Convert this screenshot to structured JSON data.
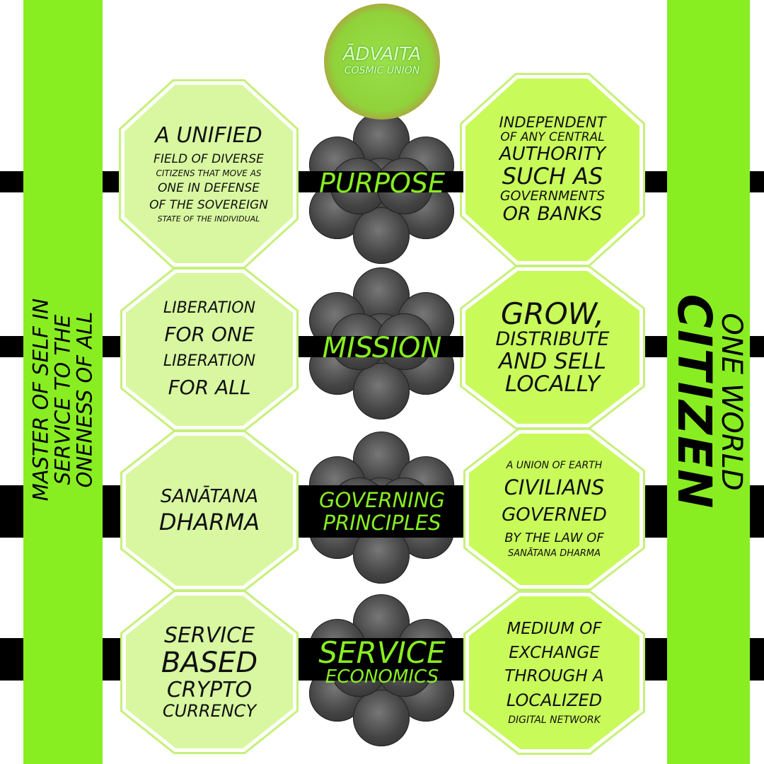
{
  "logo": {
    "name": "ĀDVAITA",
    "subtitle": "COSMIC UNION"
  },
  "left_banner": {
    "lines": [
      "MASTER OF SELF IN",
      "SERVICE TO THE",
      "ONENESS OF ALL"
    ]
  },
  "right_banner": {
    "line1": "ONE WORLD",
    "line2": "CITIZEN"
  },
  "rows": [
    {
      "label": [
        "PURPOSE"
      ],
      "left": [
        "A UNIFIED",
        "FIELD OF DIVERSE",
        "CITIZENS THAT MOVE AS",
        "ONE IN DEFENSE",
        "OF THE SOVEREIGN",
        "STATE OF THE INDIVIDUAL"
      ],
      "right": [
        "INDEPENDENT",
        "OF ANY CENTRAL",
        "AUTHORITY",
        "SUCH AS",
        "GOVERNMENTS",
        "OR BANKS"
      ]
    },
    {
      "label": [
        "MISSION"
      ],
      "left": [
        "LIBERATION",
        "FOR ONE",
        "LIBERATION",
        "FOR ALL"
      ],
      "right": [
        "GROW,",
        "DISTRIBUTE",
        "AND SELL",
        "LOCALLY"
      ]
    },
    {
      "label": [
        "GOVERNING",
        "PRINCIPLES"
      ],
      "left": [
        "SANĀTANA",
        "DHARMA"
      ],
      "right": [
        "A UNION OF EARTH",
        "CIVILIANS",
        "GOVERNED",
        "BY THE LAW OF",
        "SANĀTANA DHARMA"
      ]
    },
    {
      "label": [
        "SERVICE",
        "ECONOMICS"
      ],
      "left": [
        "SERVICE",
        "BASED",
        "CRYPTO",
        "CURRENCY"
      ],
      "right": [
        "MEDIUM OF",
        "EXCHANGE",
        "THROUGH A",
        "LOCALIZED",
        "DIGITAL NETWORK"
      ]
    }
  ],
  "colors": {
    "accent": "#88ee22",
    "left_hex": "#d8f7a0",
    "right_hex": "#c8fa5a"
  }
}
